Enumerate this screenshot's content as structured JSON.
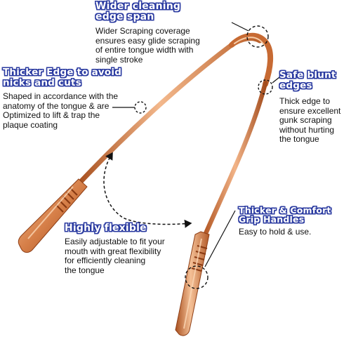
{
  "callouts": {
    "wider": {
      "heading": "Wider cleaning\nedge span",
      "body": "Wider Scraping coverage\nensures easy glide scraping\nof entire tongue width with\nsingle stroke"
    },
    "thicker": {
      "heading": "Thicker Edge to avoid\nnicks and cuts",
      "body": "Shaped in accordance with the\nanatomy of the tongue & are\nOptimized to lift & trap the\nplaque coating"
    },
    "safe": {
      "heading": "Safe blunt\nedges",
      "body": "Thick edge to\nensure excellent\ngunk scraping\nwithout hurting\nthe tongue"
    },
    "grip": {
      "heading": "Thicker & Comfort\nGrip Handles",
      "body": "Easy to hold & use."
    },
    "flexible": {
      "heading": "Highly flexible",
      "body": "Easily adjustable to fit your\nmouth with great flexibility\nfor efficiently cleaning\nthe tongue"
    }
  },
  "colors": {
    "heading_outline": "#2a3aa0",
    "copper_dark": "#a8501f",
    "copper_mid": "#d9834e",
    "copper_light": "#f6c49b"
  }
}
